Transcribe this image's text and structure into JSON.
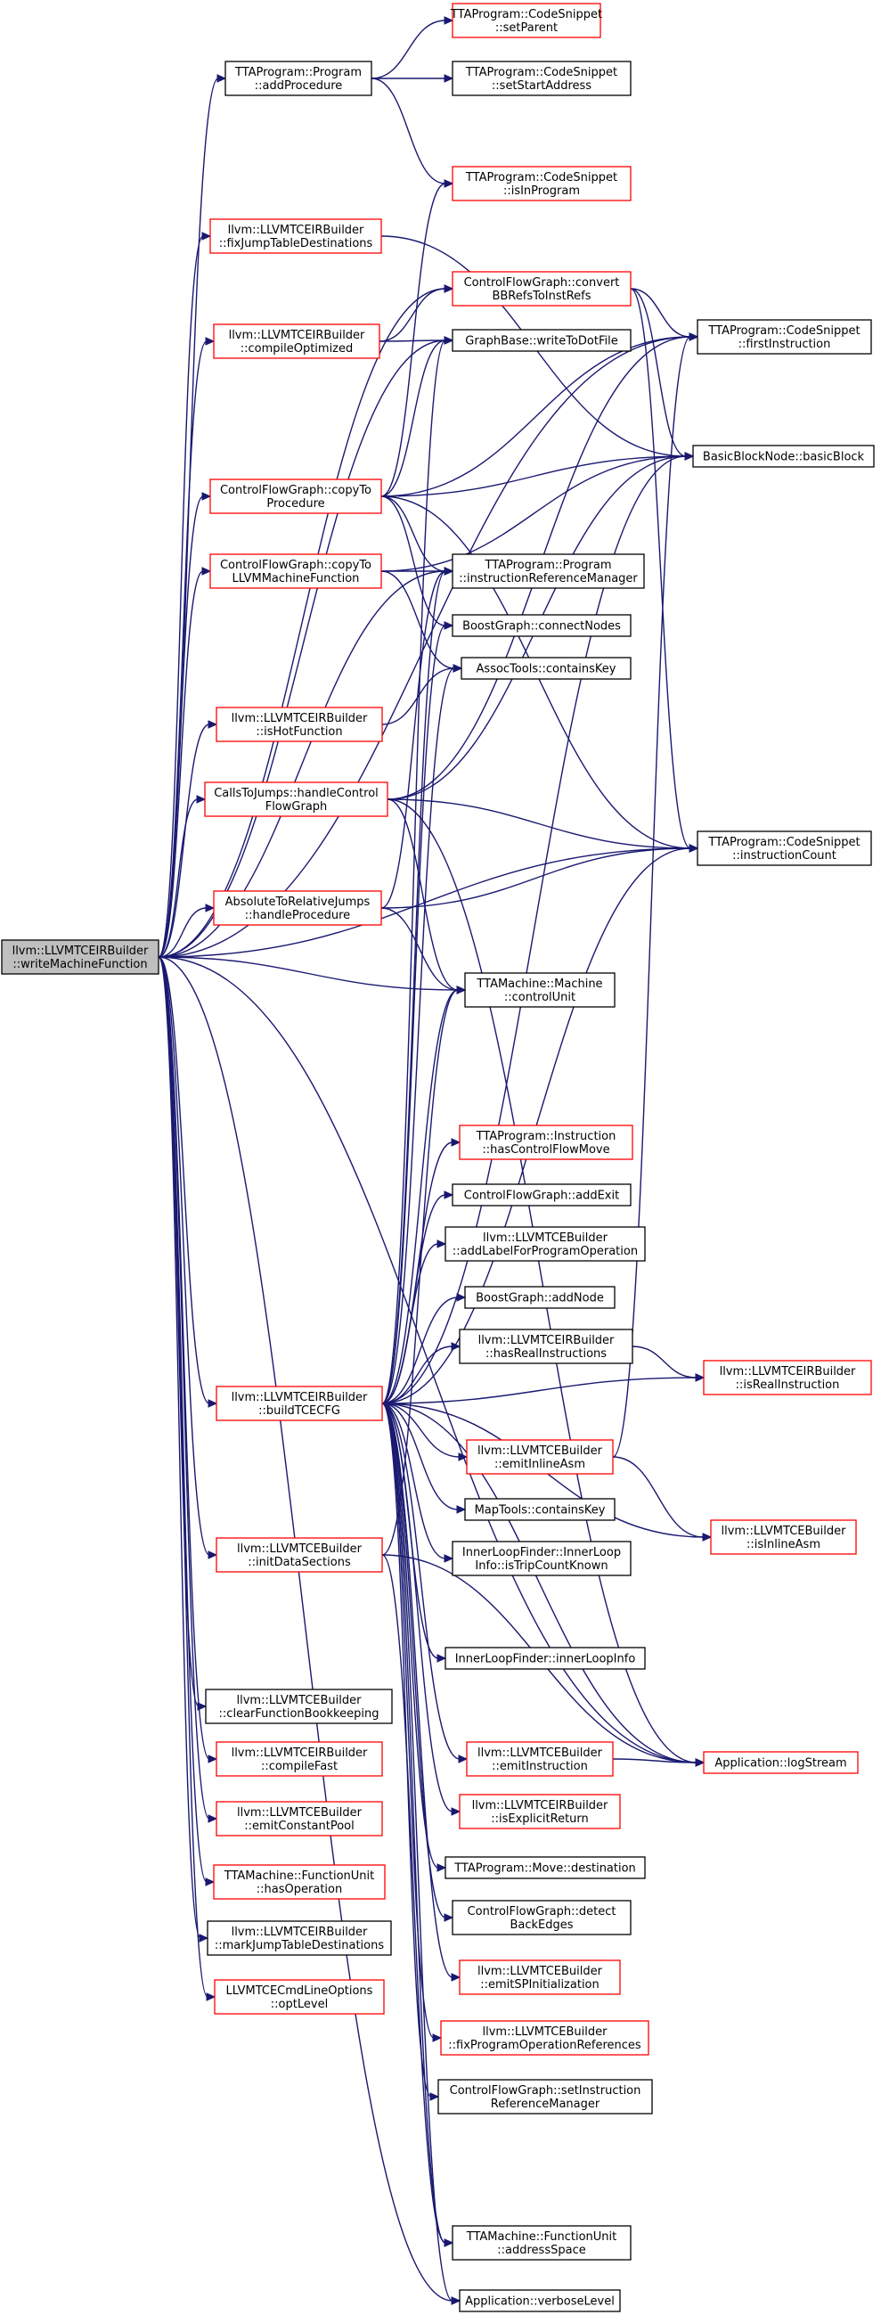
{
  "colors": {
    "edge": "#191970",
    "root_fill": "#bfbfbf",
    "border_linked": "#000000",
    "border_missing": "#ff0000",
    "node_fill": "#ffffff"
  },
  "nodes": [
    {
      "id": "root",
      "lines": [
        "llvm::LLVMTCEIRBuilder",
        "::writeMachineFunction"
      ],
      "style": "root"
    },
    {
      "id": "addProcedure",
      "lines": [
        "TTAProgram::Program",
        "::addProcedure"
      ],
      "style": "black"
    },
    {
      "id": "setParent",
      "lines": [
        "TTAProgram::CodeSnippet",
        "::setParent"
      ],
      "style": "red"
    },
    {
      "id": "setStartAddress",
      "lines": [
        "TTAProgram::CodeSnippet",
        "::setStartAddress"
      ],
      "style": "black"
    },
    {
      "id": "isInProgram",
      "lines": [
        "TTAProgram::CodeSnippet",
        "::isInProgram"
      ],
      "style": "red"
    },
    {
      "id": "fixJumpTable",
      "lines": [
        "llvm::LLVMTCEIRBuilder",
        "::fixJumpTableDestinations"
      ],
      "style": "red"
    },
    {
      "id": "convertBB",
      "lines": [
        "ControlFlowGraph::convert",
        "BBRefsToInstRefs"
      ],
      "style": "red"
    },
    {
      "id": "firstInstruction",
      "lines": [
        "TTAProgram::CodeSnippet",
        "::firstInstruction"
      ],
      "style": "black"
    },
    {
      "id": "compileOptimized",
      "lines": [
        "llvm::LLVMTCEIRBuilder",
        "::compileOptimized"
      ],
      "style": "red"
    },
    {
      "id": "writeToDotFile",
      "lines": [
        "GraphBase::writeToDotFile"
      ],
      "style": "black"
    },
    {
      "id": "basicBlock",
      "lines": [
        "BasicBlockNode::basicBlock"
      ],
      "style": "black"
    },
    {
      "id": "copyToProcedure",
      "lines": [
        "ControlFlowGraph::copyTo",
        "Procedure"
      ],
      "style": "red"
    },
    {
      "id": "copyToLLVM",
      "lines": [
        "ControlFlowGraph::copyTo",
        "LLVMMachineFunction"
      ],
      "style": "red"
    },
    {
      "id": "instrRefMgr",
      "lines": [
        "TTAProgram::Program",
        "::instructionReferenceManager"
      ],
      "style": "black"
    },
    {
      "id": "connectNodes",
      "lines": [
        "BoostGraph::connectNodes"
      ],
      "style": "black"
    },
    {
      "id": "assocContainsKey",
      "lines": [
        "AssocTools::containsKey"
      ],
      "style": "black"
    },
    {
      "id": "isHotFunction",
      "lines": [
        "llvm::LLVMTCEIRBuilder",
        "::isHotFunction"
      ],
      "style": "red"
    },
    {
      "id": "handleCFG",
      "lines": [
        "CallsToJumps::handleControl",
        "FlowGraph"
      ],
      "style": "red"
    },
    {
      "id": "instructionCount",
      "lines": [
        "TTAProgram::CodeSnippet",
        "::instructionCount"
      ],
      "style": "black"
    },
    {
      "id": "handleProcedure",
      "lines": [
        "AbsoluteToRelativeJumps",
        "::handleProcedure"
      ],
      "style": "red"
    },
    {
      "id": "controlUnit",
      "lines": [
        "TTAMachine::Machine",
        "::controlUnit"
      ],
      "style": "black"
    },
    {
      "id": "hasControlFlowMove",
      "lines": [
        "TTAProgram::Instruction",
        "::hasControlFlowMove"
      ],
      "style": "red"
    },
    {
      "id": "addExit",
      "lines": [
        "ControlFlowGraph::addExit"
      ],
      "style": "black"
    },
    {
      "id": "addLabelForProgOp",
      "lines": [
        "llvm::LLVMTCEBuilder",
        "::addLabelForProgramOperation"
      ],
      "style": "black"
    },
    {
      "id": "addNode",
      "lines": [
        "BoostGraph::addNode"
      ],
      "style": "black"
    },
    {
      "id": "hasRealInstructions",
      "lines": [
        "llvm::LLVMTCEIRBuilder",
        "::hasRealInstructions"
      ],
      "style": "black"
    },
    {
      "id": "isRealInstruction",
      "lines": [
        "llvm::LLVMTCEIRBuilder",
        "::isRealInstruction"
      ],
      "style": "red"
    },
    {
      "id": "buildTCECFG",
      "lines": [
        "llvm::LLVMTCEIRBuilder",
        "::buildTCECFG"
      ],
      "style": "red"
    },
    {
      "id": "emitInlineAsm",
      "lines": [
        "llvm::LLVMTCEBuilder",
        "::emitInlineAsm"
      ],
      "style": "red"
    },
    {
      "id": "mapContainsKey",
      "lines": [
        "MapTools::containsKey"
      ],
      "style": "black"
    },
    {
      "id": "isInlineAsm",
      "lines": [
        "llvm::LLVMTCEBuilder",
        "::isInlineAsm"
      ],
      "style": "red"
    },
    {
      "id": "initDataSections",
      "lines": [
        "llvm::LLVMTCEBuilder",
        "::initDataSections"
      ],
      "style": "red"
    },
    {
      "id": "isTripCountKnown",
      "lines": [
        "InnerLoopFinder::InnerLoop",
        "Info::isTripCountKnown"
      ],
      "style": "black"
    },
    {
      "id": "innerLoopInfo",
      "lines": [
        "InnerLoopFinder::innerLoopInfo"
      ],
      "style": "black"
    },
    {
      "id": "clearFunctionBookkeeping",
      "lines": [
        "llvm::LLVMTCEBuilder",
        "::clearFunctionBookkeeping"
      ],
      "style": "black"
    },
    {
      "id": "emitInstruction",
      "lines": [
        "llvm::LLVMTCEBuilder",
        "::emitInstruction"
      ],
      "style": "red"
    },
    {
      "id": "logStream",
      "lines": [
        "Application::logStream"
      ],
      "style": "red"
    },
    {
      "id": "compileFast",
      "lines": [
        "llvm::LLVMTCEIRBuilder",
        "::compileFast"
      ],
      "style": "red"
    },
    {
      "id": "isExplicitReturn",
      "lines": [
        "llvm::LLVMTCEIRBuilder",
        "::isExplicitReturn"
      ],
      "style": "red"
    },
    {
      "id": "emitConstantPool",
      "lines": [
        "llvm::LLVMTCEBuilder",
        "::emitConstantPool"
      ],
      "style": "red"
    },
    {
      "id": "destination",
      "lines": [
        "TTAProgram::Move::destination"
      ],
      "style": "black"
    },
    {
      "id": "hasOperation",
      "lines": [
        "TTAMachine::FunctionUnit",
        "::hasOperation"
      ],
      "style": "red"
    },
    {
      "id": "detectBackEdges",
      "lines": [
        "ControlFlowGraph::detect",
        "BackEdges"
      ],
      "style": "black"
    },
    {
      "id": "markJumpTable",
      "lines": [
        "llvm::LLVMTCEIRBuilder",
        "::markJumpTableDestinations"
      ],
      "style": "black"
    },
    {
      "id": "emitSPInit",
      "lines": [
        "llvm::LLVMTCEBuilder",
        "::emitSPInitialization"
      ],
      "style": "red"
    },
    {
      "id": "optLevel",
      "lines": [
        "LLVMTCECmdLineOptions",
        "::optLevel"
      ],
      "style": "red"
    },
    {
      "id": "fixProgOpRefs",
      "lines": [
        "llvm::LLVMTCEBuilder",
        "::fixProgramOperationReferences"
      ],
      "style": "red"
    },
    {
      "id": "setInstrRefMgr",
      "lines": [
        "ControlFlowGraph::setInstruction",
        "ReferenceManager"
      ],
      "style": "black"
    },
    {
      "id": "addressSpace",
      "lines": [
        "TTAMachine::FunctionUnit",
        "::addressSpace"
      ],
      "style": "black"
    },
    {
      "id": "verboseLevel",
      "lines": [
        "Application::verboseLevel"
      ],
      "style": "black"
    }
  ],
  "edges": [
    [
      "root",
      "addProcedure"
    ],
    [
      "root",
      "fixJumpTable"
    ],
    [
      "root",
      "convertBB"
    ],
    [
      "root",
      "compileOptimized"
    ],
    [
      "root",
      "copyToProcedure"
    ],
    [
      "root",
      "copyToLLVM"
    ],
    [
      "root",
      "isHotFunction"
    ],
    [
      "root",
      "handleCFG"
    ],
    [
      "root",
      "handleProcedure"
    ],
    [
      "root",
      "controlUnit"
    ],
    [
      "root",
      "buildTCECFG"
    ],
    [
      "root",
      "initDataSections"
    ],
    [
      "root",
      "clearFunctionBookkeeping"
    ],
    [
      "root",
      "compileFast"
    ],
    [
      "root",
      "emitConstantPool"
    ],
    [
      "root",
      "hasOperation"
    ],
    [
      "root",
      "markJumpTable"
    ],
    [
      "root",
      "optLevel"
    ],
    [
      "root",
      "firstInstruction"
    ],
    [
      "root",
      "instructionCount"
    ],
    [
      "root",
      "writeToDotFile"
    ],
    [
      "root",
      "instrRefMgr"
    ],
    [
      "root",
      "logStream"
    ],
    [
      "root",
      "verboseLevel"
    ],
    [
      "addProcedure",
      "setParent"
    ],
    [
      "addProcedure",
      "setStartAddress"
    ],
    [
      "addProcedure",
      "isInProgram"
    ],
    [
      "fixJumpTable",
      "basicBlock"
    ],
    [
      "convertBB",
      "firstInstruction"
    ],
    [
      "convertBB",
      "basicBlock"
    ],
    [
      "convertBB",
      "instructionCount"
    ],
    [
      "compileOptimized",
      "convertBB"
    ],
    [
      "compileOptimized",
      "writeToDotFile"
    ],
    [
      "copyToProcedure",
      "isInProgram"
    ],
    [
      "copyToProcedure",
      "writeToDotFile"
    ],
    [
      "copyToProcedure",
      "firstInstruction"
    ],
    [
      "copyToProcedure",
      "basicBlock"
    ],
    [
      "copyToProcedure",
      "instrRefMgr"
    ],
    [
      "copyToProcedure",
      "connectNodes"
    ],
    [
      "copyToProcedure",
      "instructionCount"
    ],
    [
      "copyToLLVM",
      "basicBlock"
    ],
    [
      "copyToLLVM",
      "instrRefMgr"
    ],
    [
      "copyToLLVM",
      "assocContainsKey"
    ],
    [
      "isHotFunction",
      "assocContainsKey"
    ],
    [
      "handleCFG",
      "firstInstruction"
    ],
    [
      "handleCFG",
      "basicBlock"
    ],
    [
      "handleCFG",
      "instructionCount"
    ],
    [
      "handleCFG",
      "controlUnit"
    ],
    [
      "handleCFG",
      "logStream"
    ],
    [
      "handleProcedure",
      "instructionCount"
    ],
    [
      "handleProcedure",
      "controlUnit"
    ],
    [
      "handleProcedure",
      "instrRefMgr"
    ],
    [
      "buildTCECFG",
      "hasControlFlowMove"
    ],
    [
      "buildTCECFG",
      "addExit"
    ],
    [
      "buildTCECFG",
      "addLabelForProgOp"
    ],
    [
      "buildTCECFG",
      "addNode"
    ],
    [
      "buildTCECFG",
      "hasRealInstructions"
    ],
    [
      "buildTCECFG",
      "isRealInstruction"
    ],
    [
      "buildTCECFG",
      "emitInlineAsm"
    ],
    [
      "buildTCECFG",
      "mapContainsKey"
    ],
    [
      "buildTCECFG",
      "isInlineAsm"
    ],
    [
      "buildTCECFG",
      "isTripCountKnown"
    ],
    [
      "buildTCECFG",
      "innerLoopInfo"
    ],
    [
      "buildTCECFG",
      "emitInstruction"
    ],
    [
      "buildTCECFG",
      "isExplicitReturn"
    ],
    [
      "buildTCECFG",
      "destination"
    ],
    [
      "buildTCECFG",
      "detectBackEdges"
    ],
    [
      "buildTCECFG",
      "emitSPInit"
    ],
    [
      "buildTCECFG",
      "fixProgOpRefs"
    ],
    [
      "buildTCECFG",
      "setInstrRefMgr"
    ],
    [
      "buildTCECFG",
      "addressSpace"
    ],
    [
      "buildTCECFG",
      "verboseLevel"
    ],
    [
      "buildTCECFG",
      "logStream"
    ],
    [
      "buildTCECFG",
      "writeToDotFile"
    ],
    [
      "buildTCECFG",
      "connectNodes"
    ],
    [
      "buildTCECFG",
      "assocContainsKey"
    ],
    [
      "buildTCECFG",
      "instrRefMgr"
    ],
    [
      "buildTCECFG",
      "controlUnit"
    ],
    [
      "buildTCECFG",
      "instructionCount"
    ],
    [
      "buildTCECFG",
      "basicBlock"
    ],
    [
      "hasRealInstructions",
      "isRealInstruction"
    ],
    [
      "emitInlineAsm",
      "isInlineAsm"
    ],
    [
      "emitInlineAsm",
      "firstInstruction"
    ],
    [
      "initDataSections",
      "controlUnit"
    ],
    [
      "initDataSections",
      "addressSpace"
    ],
    [
      "initDataSections",
      "logStream"
    ],
    [
      "emitInstruction",
      "logStream"
    ]
  ]
}
